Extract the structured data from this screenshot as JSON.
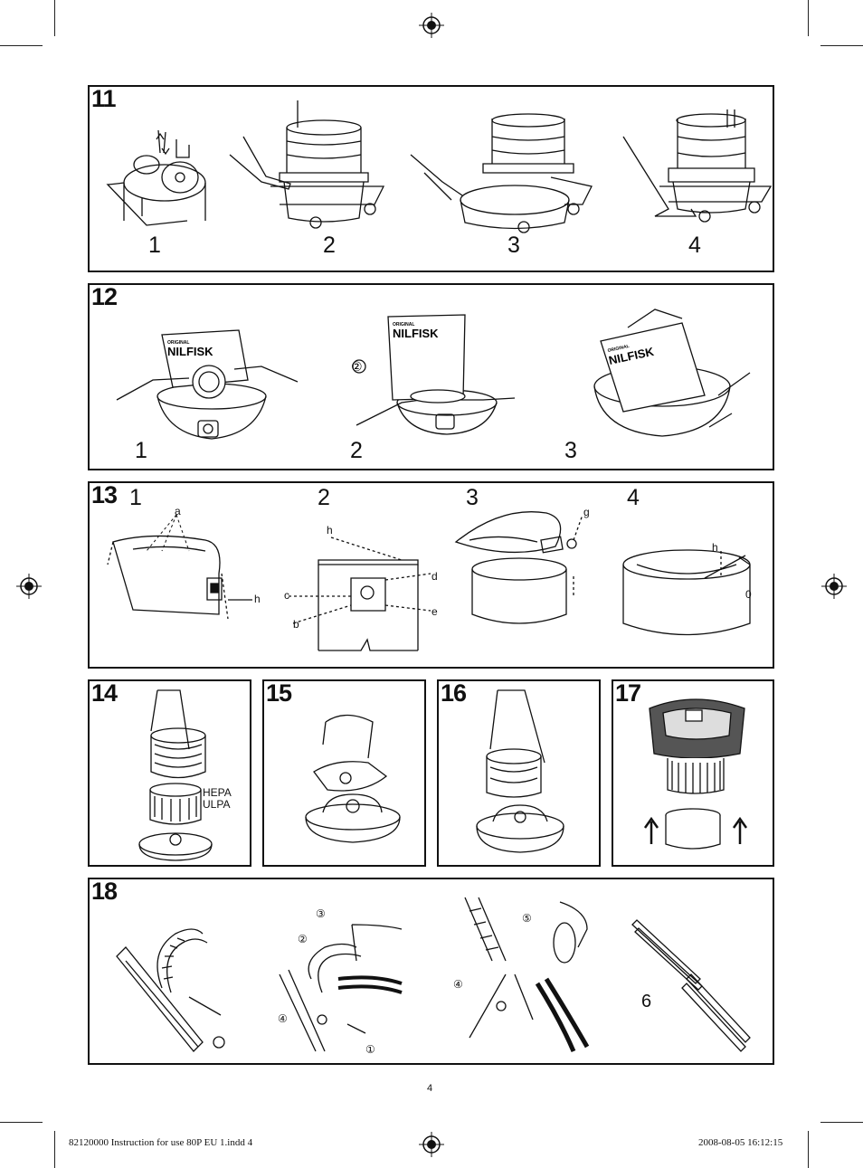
{
  "panels": {
    "p11": {
      "number": "11",
      "steps": [
        "1",
        "2",
        "3",
        "4"
      ]
    },
    "p12": {
      "number": "12",
      "steps": [
        "1",
        "2",
        "3"
      ],
      "brand": "NILFISK",
      "brand_small": "ORIGINAL",
      "circled_step": "②"
    },
    "p13": {
      "number": "13",
      "steps": [
        "1",
        "2",
        "3",
        "4"
      ],
      "labels": {
        "a": "a",
        "h": "h",
        "c": "c",
        "d": "d",
        "e": "e",
        "b": "b",
        "g": "g",
        "zero": "0"
      }
    },
    "p14": {
      "number": "14",
      "filter_label_1": "HEPA",
      "filter_label_2": "ULPA"
    },
    "p15": {
      "number": "15"
    },
    "p16": {
      "number": "16"
    },
    "p17": {
      "number": "17"
    },
    "p18": {
      "number": "18",
      "callouts": [
        "①",
        "②",
        "③",
        "④",
        "⑤"
      ],
      "step": "6"
    }
  },
  "page_number": "4",
  "footer": {
    "file": "82120000 Instruction for use 80P EU 1.indd   4",
    "timestamp": "2008-08-05   16:12:15"
  }
}
